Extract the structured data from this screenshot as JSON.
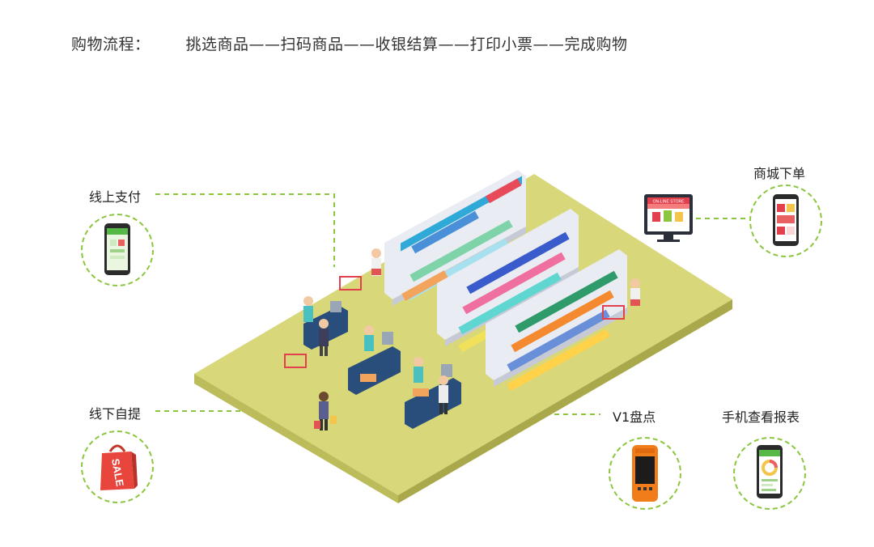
{
  "header": {
    "title": "购物流程：",
    "steps": "挑选商品——扫码商品——收银结算——打印小票——完成购物"
  },
  "labels": {
    "online_pay": "线上支付",
    "offline_pickup": "线下自提",
    "mall_order": "商城下单",
    "v1_inventory": "V1盘点",
    "mobile_report": "手机查看报表"
  },
  "store_sign": "ON-LINE STORE",
  "sale_tag": "SALE",
  "colors": {
    "accent_green": "#8cc63f",
    "floor": "#d8d77a",
    "floor_edge": "#bcbc5a"
  }
}
